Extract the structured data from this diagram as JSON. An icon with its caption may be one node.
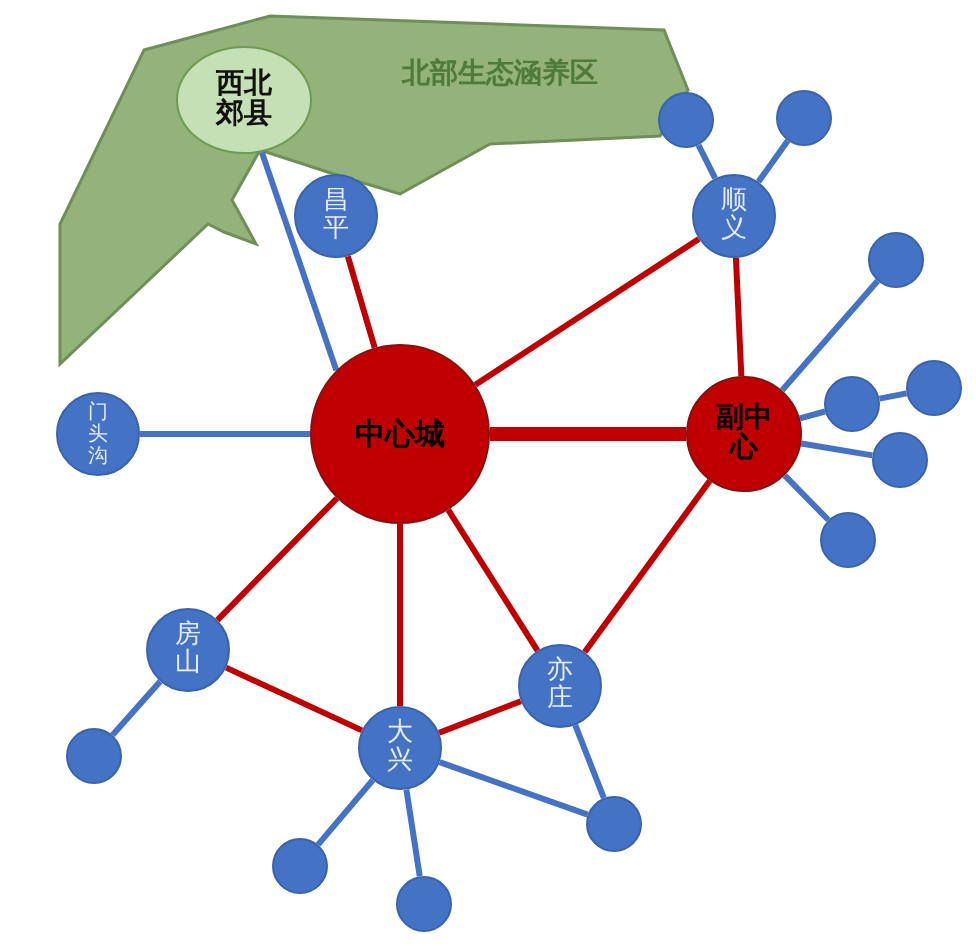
{
  "diagram": {
    "nodes": [
      {
        "text": [
          "北部生态涵养区"
        ]
      },
      {
        "text": [
          "西北郊县"
        ],
        "in": 0
      },
      {
        "text": [
          "昌平"
        ]
      },
      {
        "text": [
          "顺义"
        ]
      },
      {
        "text": [
          "中心城"
        ]
      },
      {
        "text": [
          "副中心"
        ]
      },
      {
        "text": [
          "门头沟"
        ]
      },
      {
        "text": [
          "房山"
        ]
      },
      {
        "text": [
          "大兴"
        ]
      },
      {
        "text": [
          "亦庄"
        ]
      },
      {
        "text": [],
        "shape": "circle"
      },
      {
        "text": [],
        "shape": "circle"
      },
      {
        "text": [],
        "shape": "circle"
      },
      {
        "text": [],
        "shape": "circle"
      },
      {
        "text": [],
        "shape": "circle"
      },
      {
        "text": [],
        "shape": "circle"
      },
      {
        "text": [],
        "shape": "circle"
      },
      {
        "text": [],
        "shape": "circle"
      },
      {
        "text": [],
        "shape": "circle"
      },
      {
        "text": [],
        "shape": "circle"
      },
      {
        "text": [],
        "shape": "circle"
      }
    ],
    "edges": [
      {
        "from": 4,
        "to": 2,
        "arrow": "none",
        "color": "#c00000"
      },
      {
        "from": 4,
        "to": 3,
        "arrow": "none",
        "color": "#c00000"
      },
      {
        "from": 3,
        "to": 5,
        "arrow": "none",
        "color": "#c00000"
      },
      {
        "from": 4,
        "to": 5,
        "arrow": "none",
        "color": "#c00000",
        "style": "thick"
      },
      {
        "from": 4,
        "to": 7,
        "arrow": "none",
        "color": "#c00000"
      },
      {
        "from": 4,
        "to": 8,
        "arrow": "none",
        "color": "#c00000"
      },
      {
        "from": 4,
        "to": 9,
        "arrow": "none",
        "color": "#c00000"
      },
      {
        "from": 9,
        "to": 5,
        "arrow": "none",
        "color": "#c00000"
      },
      {
        "from": 7,
        "to": 8,
        "arrow": "none",
        "color": "#c00000"
      },
      {
        "from": 8,
        "to": 9,
        "arrow": "none",
        "color": "#c00000"
      },
      {
        "from": 1,
        "to": 4,
        "arrow": "none"
      },
      {
        "from": 6,
        "to": 4,
        "arrow": "none"
      },
      {
        "from": 3,
        "to": 10,
        "arrow": "none"
      },
      {
        "from": 3,
        "to": 11,
        "arrow": "none"
      },
      {
        "from": 5,
        "to": 12,
        "arrow": "none"
      },
      {
        "from": 5,
        "to": 14,
        "arrow": "none"
      },
      {
        "from": 14,
        "to": 13,
        "arrow": "none"
      },
      {
        "from": 5,
        "to": 15,
        "arrow": "none"
      },
      {
        "from": 5,
        "to": 16,
        "arrow": "none"
      },
      {
        "from": 7,
        "to": 17,
        "arrow": "none"
      },
      {
        "from": 8,
        "to": 19,
        "arrow": "none"
      },
      {
        "from": 8,
        "to": 20,
        "arrow": "none"
      },
      {
        "from": 8,
        "to": 18,
        "arrow": "none"
      },
      {
        "from": 9,
        "to": 18,
        "arrow": "none"
      }
    ]
  }
}
